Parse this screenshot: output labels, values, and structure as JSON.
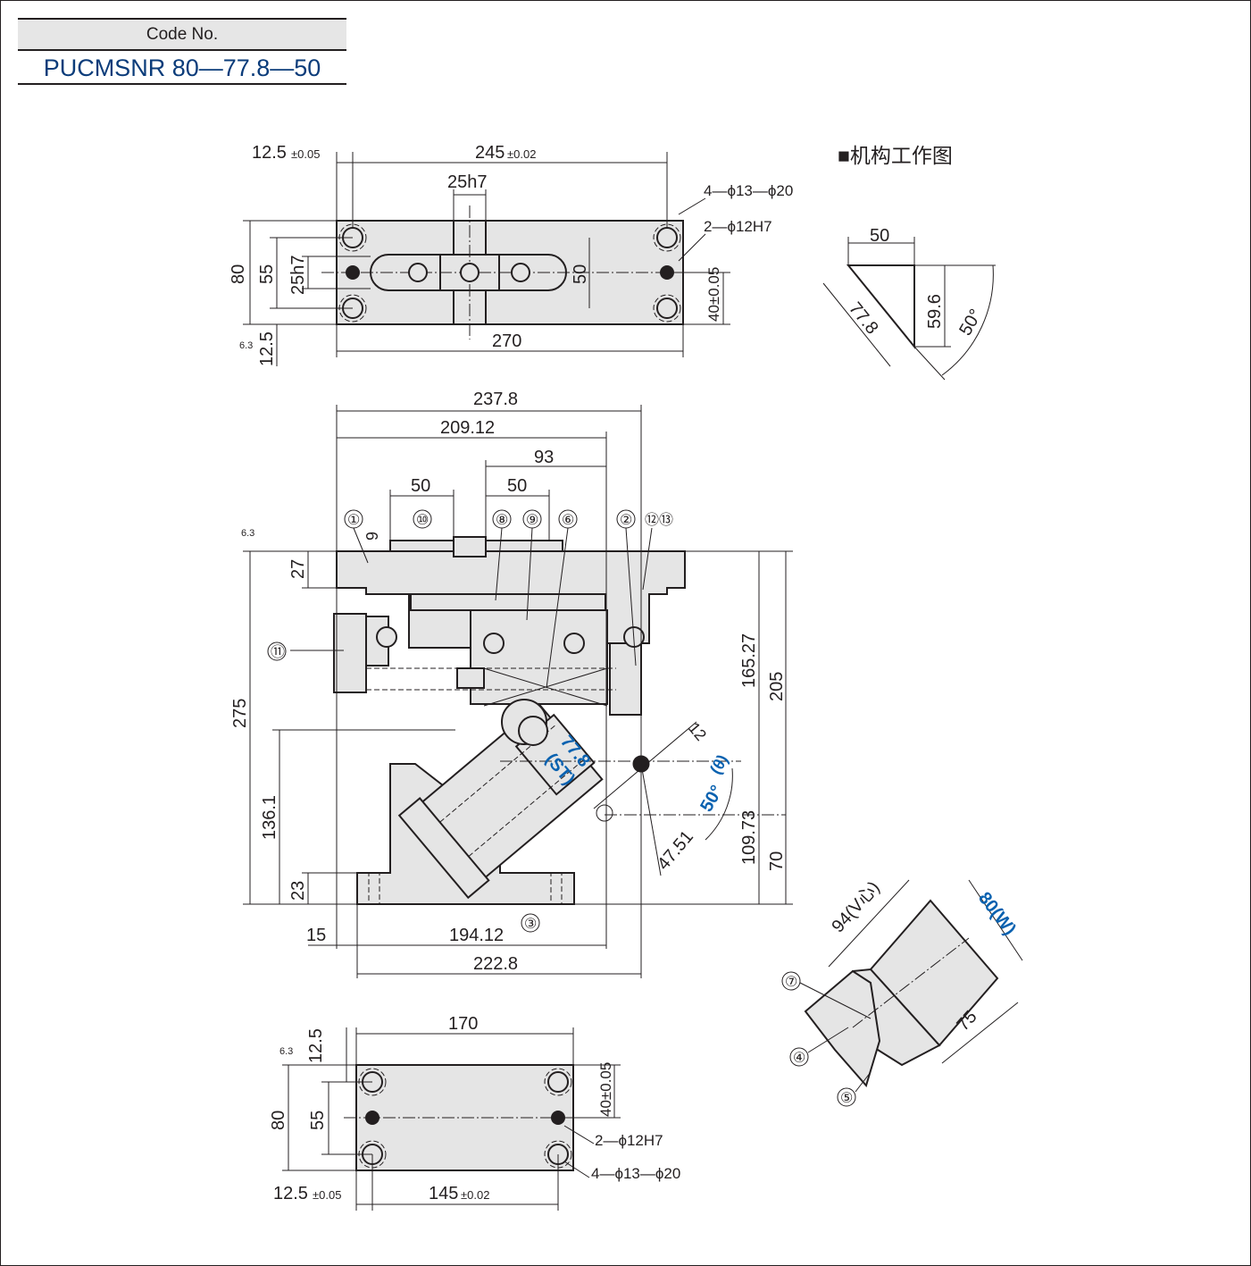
{
  "code_label": "Code No.",
  "code_value": "PUCMSNR 80—77.8—50",
  "mechanism_title": "■机构工作图",
  "top_view": {
    "d_125": "12.5",
    "tol_005": "±0.05",
    "d_245": "245",
    "tol_002": "±0.02",
    "d_25h7": "25h7",
    "holes_a": "4—ϕ13—ϕ20",
    "holes_b": "2—ϕ12H7",
    "d_80": "80",
    "d_55": "55",
    "d_25h7_v": "25h7",
    "d_50": "50",
    "d_40": "40±0.05",
    "d_125_v": "12.5",
    "d_270": "270",
    "rough": "6.3"
  },
  "mechanism_diagram": {
    "d_50": "50",
    "d_59_6": "59.6",
    "d_77_8": "77.8",
    "d_angle": "50°"
  },
  "front_view": {
    "d_237_8": "237.8",
    "d_209_12": "209.12",
    "d_93": "93",
    "d_50a": "50",
    "d_50b": "50",
    "b1": "①",
    "b2": "②",
    "b3": "③",
    "b6": "⑥",
    "b8": "⑧",
    "b9": "⑨",
    "b10": "⑩",
    "b11": "⑪",
    "b12_13": "⑫⑬",
    "d_9": "9",
    "d_27": "27",
    "d_275": "275",
    "d_136_1": "136.1",
    "d_23": "23",
    "d_15": "15",
    "d_194_12": "194.12",
    "d_222_8": "222.8",
    "d_165_27": "165.27",
    "d_205": "205",
    "d_109_73": "109.73",
    "d_70": "70",
    "d_12": "12",
    "d_47_51": "47.51",
    "stroke": "77.8",
    "stroke_label": "(ST)",
    "angle": "50°",
    "angle_label": "(θ)",
    "rough": "6.3"
  },
  "bottom_view": {
    "d_170": "170",
    "d_125": "12.5",
    "d_80": "80",
    "d_55": "55",
    "d_40": "40±0.05",
    "holes_b": "2—ϕ12H7",
    "holes_a": "4—ϕ13—ϕ20",
    "d_125b": "12.5",
    "tol_005": "±0.05",
    "d_145": "145",
    "tol_002": "±0.02",
    "rough": "6.3"
  },
  "iso_view": {
    "d_94": "94(V心)",
    "d_80w": "80(W)",
    "d_75": "75",
    "b4": "④",
    "b5": "⑤",
    "b7": "⑦"
  }
}
